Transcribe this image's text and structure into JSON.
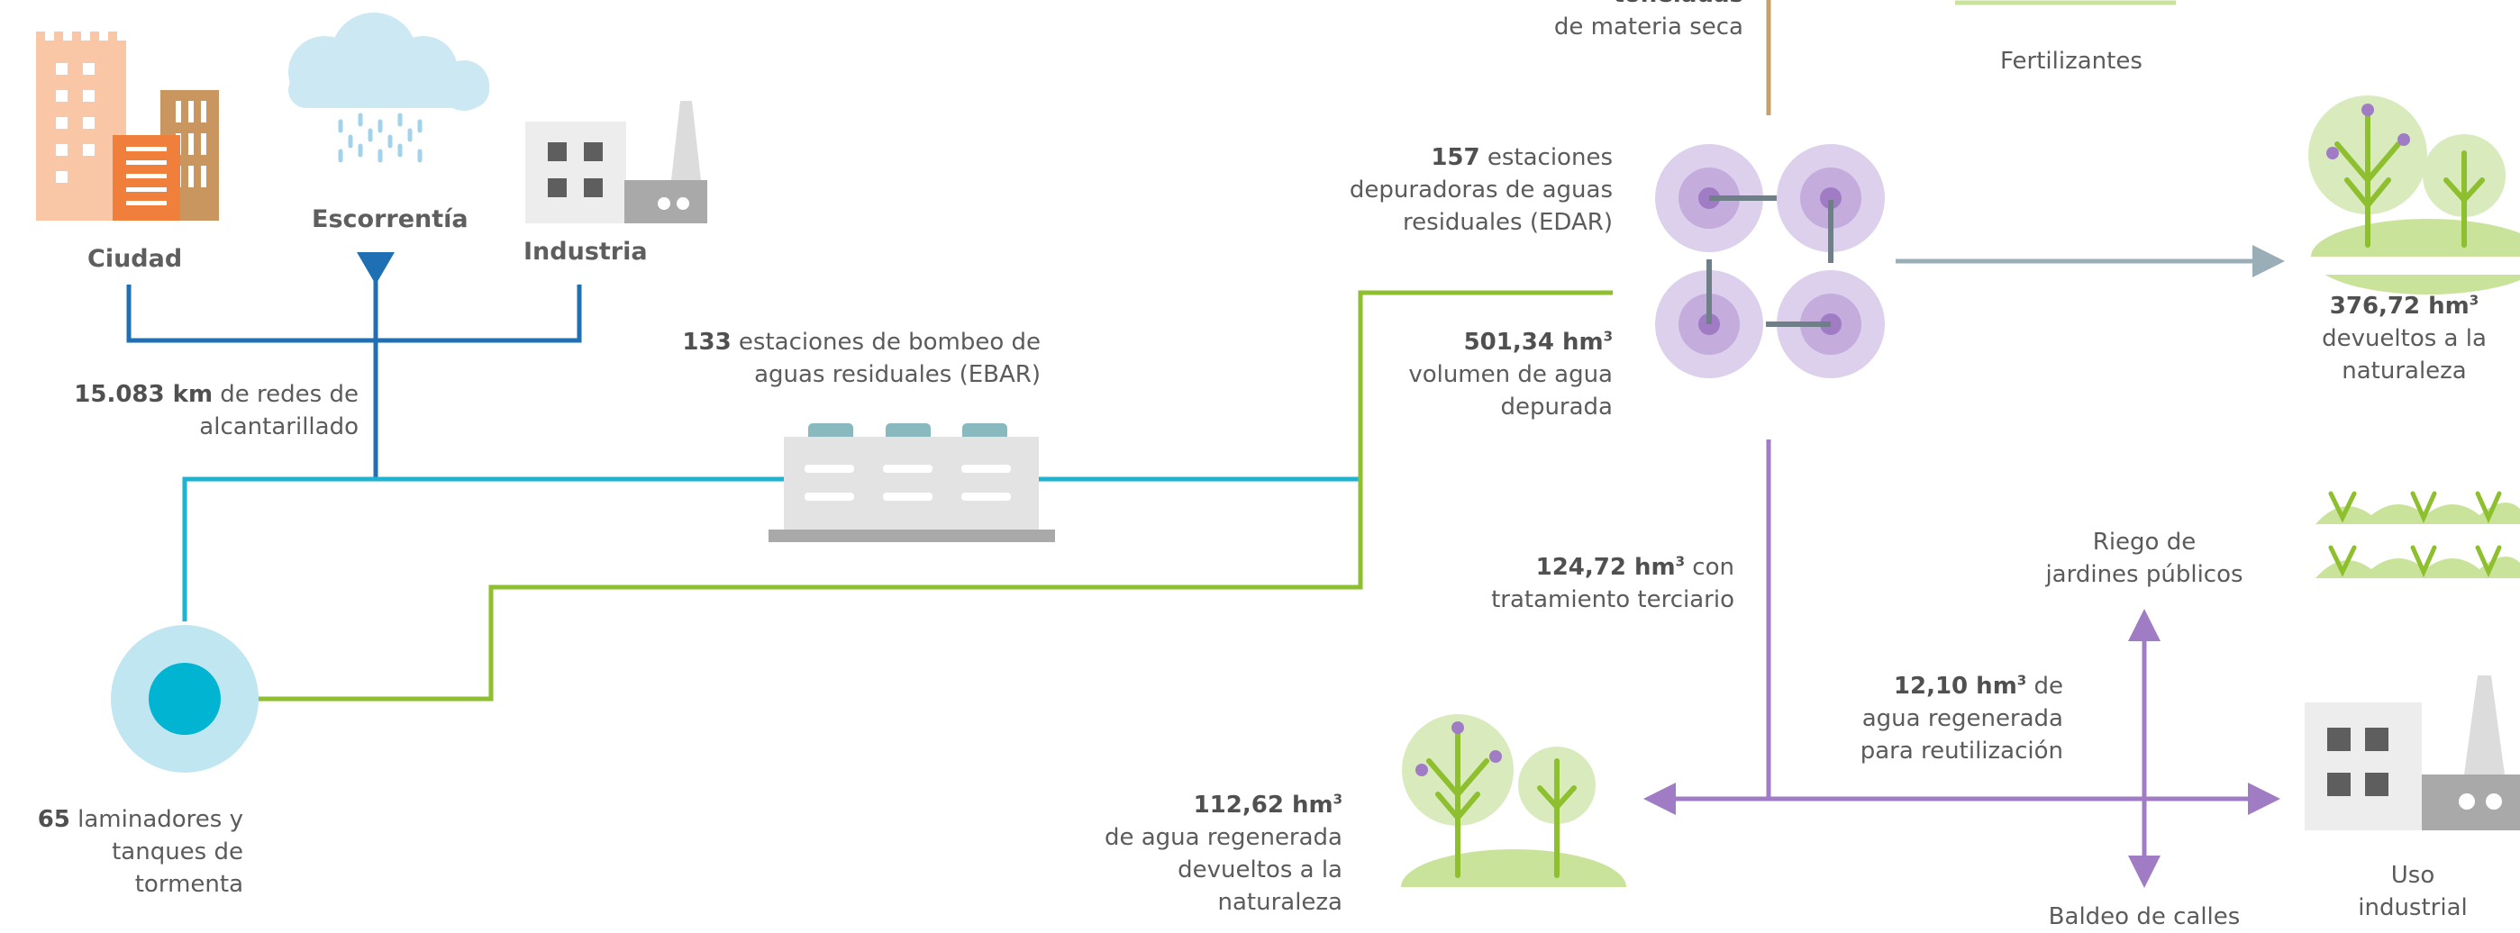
{
  "colors": {
    "sewer_blue": "#1f6fb5",
    "pipe_cyan": "#1eb3d1",
    "green": "#8dbf2e",
    "grey": "#9aaeb8",
    "purple": "#a07cc5",
    "brown": "#c4a06c"
  },
  "sources": {
    "ciudad": "Ciudad",
    "escorrentia": "Escorrentía",
    "industria": "Industria"
  },
  "sewer": {
    "value": "15.083 km",
    "text_1": " de redes de",
    "text_2": "alcantarillado"
  },
  "ebar": {
    "value": "133",
    "text_1": " estaciones de bombeo de",
    "text_2": "aguas residuales (EBAR)"
  },
  "storm_tanks": {
    "value": "65",
    "text_1": " laminadores y",
    "text_2": "tanques de tormenta"
  },
  "sludge": {
    "line_1_partial": "toneladas",
    "line_2": "de materia seca"
  },
  "fertilizer": {
    "label": "Fertilizantes"
  },
  "edar": {
    "value": "157",
    "text_1": " estaciones",
    "text_2": "depuradoras de aguas",
    "text_3": "residuales (EDAR)"
  },
  "treated_volume": {
    "value": "501,34 hm",
    "sup": "3",
    "text_1": "volumen de agua",
    "text_2": "depurada"
  },
  "returned_nature": {
    "value": "376,72 hm",
    "sup": "3",
    "text_1": "devueltos a la",
    "text_2": "naturaleza"
  },
  "tertiary": {
    "value": "124,72 hm",
    "sup": "3",
    "text_1": " con",
    "text_2": "tratamiento terciario"
  },
  "reuse": {
    "value": "12,10 hm",
    "sup": "3",
    "text_1": " de",
    "text_2": "agua regenerada",
    "text_3": "para reutilización"
  },
  "regenerated_nature": {
    "value": "112,62 hm",
    "sup": "3",
    "text_1": "de agua regenerada",
    "text_2": "devueltos a la",
    "text_3": "naturaleza"
  },
  "uses": {
    "riego_1": "Riego de",
    "riego_2": "jardines públicos",
    "baldeo": "Baldeo de calles",
    "industrial_1": "Uso",
    "industrial_2": "industrial"
  }
}
